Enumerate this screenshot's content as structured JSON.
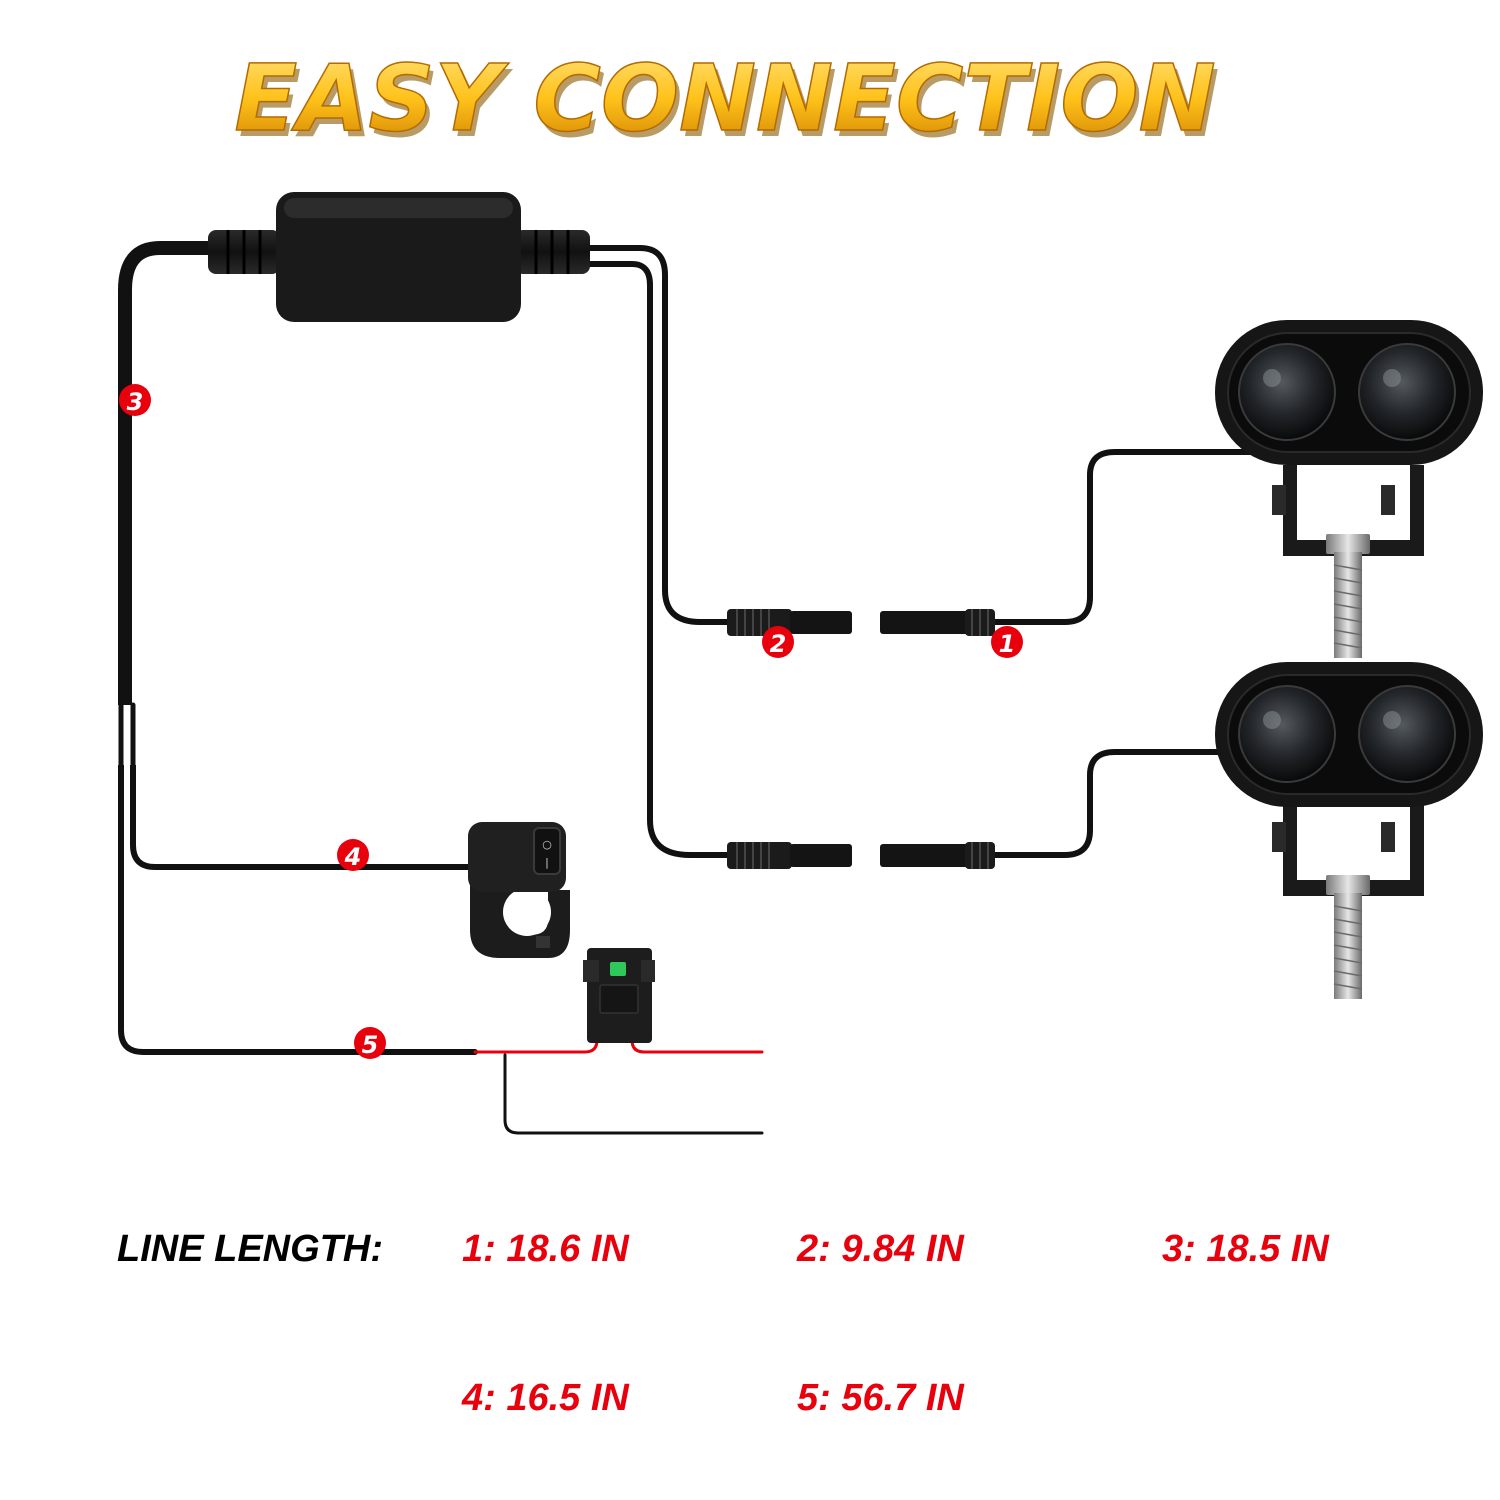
{
  "title": "EASY CONNECTION",
  "badges": {
    "b1": "1",
    "b2": "2",
    "b3": "3",
    "b4": "4",
    "b5": "5"
  },
  "switch_marks": {
    "off": "○",
    "on": "|"
  },
  "legend": {
    "label": "LINE LENGTH:",
    "items": [
      "1: 18.6 IN",
      "2: 9.84 IN",
      "3: 18.5 IN",
      "4: 16.5 IN",
      "5: 56.7 IN"
    ]
  },
  "colors": {
    "title_fill_top": "#ffd24a",
    "title_fill_bottom": "#d98a00",
    "wire": "#111111",
    "red_wire": "#e8000d",
    "badge": "#e8000d",
    "legend_value": "#e8000d",
    "fuse_led": "#2fc85a"
  }
}
